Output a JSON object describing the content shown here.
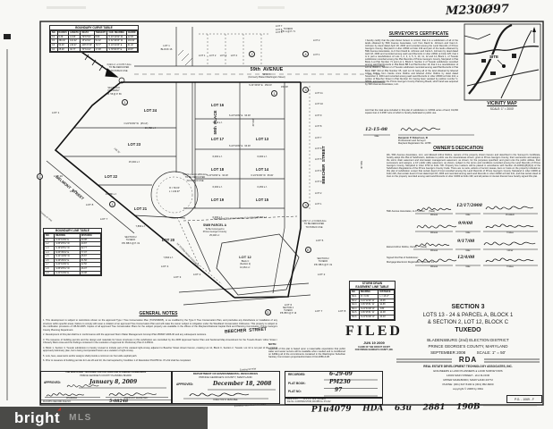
{
  "page": {
    "handwritten_top": "M230Ø97",
    "handwritten_bottom": "P1u4079    HDA    63u    2881    190B"
  },
  "watermark": {
    "brand": "bright",
    "suffix": "MLS"
  },
  "filed_stamp": {
    "word": "FILED",
    "date": "JUN 19 2009",
    "line1": "CLERK OF THE CIRCUIT COURT",
    "line2": "FOR PRINCE GEORGE'S COUNTY, MD."
  },
  "recorded_box": {
    "recorded_label": "RECORDED:",
    "recorded_value": "6-29-09",
    "book_label": "PLAT BOOK:",
    "book_value": "PM230",
    "no_label": "PLAT NO:",
    "no_value": "97",
    "zone_line1": "Zone: R-55          W.S.S.C. Grid: 205NE05",
    "zone_line2": "File No. 4-CROWN-STOM, FDCPB No. DY-212"
  },
  "title_block": {
    "section": "SECTION 3",
    "line1": "LOTS 13 - 24 & PARCEL A, BLOCK 1",
    "line2": "& SECTION 2, LOT 12, BLOCK C",
    "name": "TUXEDO",
    "district": "BLADENSBURG (2nd) ELECTION DISTRICT",
    "county": "PRINCE GEORGE'S COUNTY, MARYLAND",
    "date_scale": "SEPTEMBER 2008          SCALE: 1\" = 50'"
  },
  "rda_block": {
    "logo": "RDA",
    "line1": "REAL ESTATE DEVELOPMENT TECHNOLOGY ASSOCIATES, INC.",
    "line2": "ENGINEERS ● LAND PLANNERS ● LAND SURVEYORS",
    "line3": "14603 MAIN STREET - 2nd FLOOR",
    "line4": "UPPER MARLBORO, MARYLAND 20772",
    "line5": "PHONE: (301) 627-5100 & (301) 952-8200",
    "line6": "copyright © 2008 by RDA",
    "pg_box": "P.G. - 1069 - F"
  },
  "mncppc_box": {
    "line1": "THE MARYLAND - NATIONAL CAPITAL PARK and PLANNING COMMISSION",
    "line2": "PRINCE GEORGE'S COUNTY PLANNING BOARD",
    "approved_label": "APPROVED:",
    "approved_date": "January 8, 2009",
    "chairman_label": "CHAIRMAN",
    "secretary_label": "ASSISTANT SECRETARY",
    "file_label": "M-NCPPC RECORD FILE NO.",
    "file_value": "5-08248"
  },
  "der_box": {
    "line1": "DEPARTMENT OF ENVIRONMENTAL RESOURCES",
    "line2": "PRINCE GEORGE'S COUNTY, MARYLAND",
    "approved_label": "APPROVED:",
    "approved_date": "December 18, 2008",
    "director_label": "DIRECTOR or DESIGNEE"
  },
  "note_block": {
    "title": "NOTE:",
    "body": "Approval of this plat is based upon a reasonable expectation that public water and sewer service will be available when needed and is conditioned on fulfilling all of the commitments contained in the Washington Suburban Sanitary Commission project/authorization # DA-4886-Z-08."
  },
  "vicinity": {
    "site": "SITE",
    "title": "VICINITY MAP",
    "scale": "SCALE: 1\" = 2000'"
  },
  "surveyors_certificate": {
    "title": "SURVEYOR'S CERTIFICATE",
    "body": "I hereby certify that the plat shown hereon is correct; that it is a subdivision of all of the lands obtained by 59th Avenue Associates, LLC from David E. Johnson and Carol A. Johnson by deed dated April 18, 2006 and recorded among the Land Records of Prince George's County, Maryland in Liber 24693 at Folio 319 and part of the lands obtained by 59th Avenue Associates, LLC from David E. Johnson and Carol A. Johnson by deed dated April 18, 2006 and recorded among said Land Records in Liber 24691 at Folio 225; that it is in part a resubdivision of Lots 1, 2, 3, 4, 5, 9, 10, 11, 12 and 14, Block 1, of Tuxedo subdivision recorded among the Plat Records of Prince George's County, Maryland in Plat Book A at Plat Number 71 and Lot 1, Block F, Section 2 of Tuxedo subdivision recorded among said Plat Records in Plat Book BB 6 at Plat Number 19; that it is a resubdivision of Lot 11, Block C, Section 2 of Tuxedo subdivision recorded among said Plat Records in Plat Book REP 194 at Plat Number 65, said Lot 11 being all of the land obtained by Elwood Arthur Rollins from Carole Anne Rollins and Elwood Arthur Rollins by deed dated November 2, 2004 and recorded among said Land Records in Liber 20669 at Folio 241; a portion of Beecher Street in Plat Number 19, having been vacated by petition number V-08004, approved by the Prince George's County Planning Board, which land was acquired by 59th Avenue Associates, LLC.",
    "closing": "And that the total area included in this plat of subdivision is 3.8034 acres of land; 19,066 square feet or 0.4557 acre of which is hereby dedicated to public use.",
    "date": "12-15-08",
    "date_label": "Date",
    "name": "Benjamin P. Robertson, III",
    "title2": "Professional Land Surveyor",
    "registration": "Maryland Registration No. 10795"
  },
  "owners_dedication": {
    "title": "OWNER'S DEDICATION",
    "body": "We, 59th Avenue Associates, LLC, and Elwood Arthur Rollins, owners of the property shown hereon and described in the Surveyor's Certificate, hereby adopt this Plat of Subdivision, dedicate to public use the streets/areas shown; grant to Prince George's County, their successors and assigns, the storm drain easement and stormwater management easement, as shown, for the purposes specified; and grant unto the public utilities, their successors and assigns, a 10' public utility easement, as shown, subject to the terms and conditions recorded among the Land Records of Prince George's County, Maryland in Liber 3703 at Folio 746.   Property line markers will be placed in accordance with Section 24-1000(b)(8)(F)(ii) of the Subdivision Regulations of the Prince George's County Code.   There are no suits, actions of record, leases, liens or trusts on the property included on this plat of subd­ivision except that certain deed of trust recorded among the Land Records of Prince George's County, Maryland in Liber 24693 at Folio 229, that certain deed of trust dated April 18, 2006 and recorded among said Land Records in Liber 24692 at Folio 241, and that certain deed of trust on the property recorded among said Land Records in Liber 31003 at Folio 190; and all parties in interest thereto have hereby signed this plat.",
    "owner1": "59th Avenue Associates, LLC, Owner      (Seal)",
    "owner2": "Elwood Arthur Rollins, Owner      (Seal)",
    "mers1": "Signed this Plat of Subdivision:",
    "mers2": "Mortgage Electronic Registration Systems, Inc.",
    "witness_label": "Witness",
    "date_label": "Date",
    "roles": [
      "President",
      "Trustee",
      "Owner",
      "Trustee"
    ],
    "dates": [
      "12/17/2008",
      "9/9/08",
      "9/17/08",
      "12/4/08"
    ]
  },
  "curve_table": {
    "title": "BOUNDARY CURVE TABLE",
    "headers": [
      "NO.",
      "RADIUS",
      "LENGTH",
      "DELTA",
      "TANGENT",
      "CHD. BEARING",
      "CHORD"
    ],
    "rows": [
      [
        "C1",
        "9.39'",
        "13.05'",
        "79°37'04\"",
        "8.84'",
        "N 43°14'02\" W",
        "12.03'"
      ],
      [
        "C2",
        "380.00'",
        "101.92'",
        "15°22'02\"",
        "51.32'",
        "N 32°40'03\" W",
        "101.62'"
      ],
      [
        "C3",
        "50.00'",
        "216.97'",
        "248°37'30\"",
        "70.77'",
        "N 10°21'03\" E",
        "61.42'"
      ],
      [
        "C4",
        "25.00'",
        "30.77'",
        "70°31'44\"",
        "17.68'",
        "S 79°06'37\" E",
        "28.87'"
      ]
    ]
  },
  "line_table": {
    "title": "BOUNDARY LINE TABLE",
    "headers": [
      "NO.",
      "BEARING",
      "DISTANCE"
    ],
    "rows": [
      [
        "L-1",
        "S 24°34'09\" E",
        "20.08'"
      ],
      [
        "L-2",
        "S 65°25'51\" W",
        "40.87'"
      ],
      [
        "L-3",
        "S 19°26'51\" W",
        "62.77'"
      ],
      [
        "L-4",
        "N 63°35'01\" E",
        "77.07'"
      ],
      [
        "L-5",
        "N 24°34'09\" W",
        "25.87'"
      ],
      [
        "L-6",
        "N 20°29'01\" E",
        "31.50'"
      ],
      [
        "L-7",
        "S 24°34'09\" E",
        "42.50'"
      ],
      [
        "L-8",
        "S 65°25'51\" W",
        "46.07'"
      ],
      [
        "L-9",
        "S 24°34'09\" E",
        "20.08'"
      ]
    ]
  },
  "storm_table": {
    "title1": "STORM DRAIN",
    "title2": "EASEMENT LINE TABLE",
    "headers": [
      "NO.",
      "BEARING",
      "DISTANCE"
    ],
    "rows": [
      [
        "SD-1",
        "R = 9.39'",
        "L = 18.17'"
      ],
      [
        "SD-2",
        "S 19°12'29\" W",
        "13.06'"
      ],
      [
        "SD-3",
        "S 65°25'51\" W",
        "94.86'"
      ],
      [
        "SD-4",
        "N 24°34'09\" W",
        "3.80'"
      ],
      [
        "SD-5",
        "S 65°25'51\" W",
        "10.38'"
      ],
      [
        "SD-6",
        "N 24°34'09\" W",
        "44.40'"
      ]
    ]
  },
  "general_notes": {
    "title": "GENERAL NOTES",
    "items": [
      "1.  This development is subject to restrictions shown on the approved Type I Tree Conservation Plan (TCPI/008/05), or as modified by the Type II Tree Conservation Plan, and precludes any disturbance or installation of any structure within specific areas.  Failure to comply will mean a violation of an approved Tree Conservation Plan and will make the owner subject to mitigation under the Woodland Conservation Ordinance.  This property is subject to the notification provisions of CB-60-2005.  Copies of all approved Tree Conservation Plans for the subject property are available in the offices of the Maryland-National Capital Park and Planning Commission, Prince George's County Planning Department.",
      "2.  Development of this plat shall be in conformance with the approved Storm Water Management Concept Plan #50907-2006-00 and any subsequent revisions.",
      "3.  The issuance of building permits and the design and materials for future structures in this subdivision are controlled by the 2005 Approved Sector Plan and Sectional Map Amendment for the Tuxedo Road / Arbor Street / Cheverly Metro Area and the findings contained in the resolution of approval for Preliminary Plan # 4-05041.",
      "4.  Block 1, Section 3, Tuxedo subdivision is hereby revised to include part of the vacated right-of-way adjacent to Beecher Street shown hereon, creating Lot 12, Block C, Section 2, Tuxedo.  Lot 12 is not part of the original approved preliminary plan, but is being incorporated herein as a vacation of right-of-way.",
      "5.  Lots, fees, easements and/or assigns shall provide a minimum six foot wide asphalt path.",
      "6.  Prior to issuance of building permits for Lots 20 and 23, the trail required by Condition 1 of Resolution PGCPB No. 07-212 shall be completed."
    ]
  },
  "plat": {
    "streets": {
      "ave59_name": "59th  AVENUE",
      "ave59_rw": "50' R/W",
      "ave59_former": "(Formerly Platted Washington Street)",
      "pl59_name": "59th  PLACE",
      "pl59_rw": "40' R/W",
      "beecher_v_name": "BEECHER  STREET",
      "beecher_v_rw": "40' R/W",
      "beecher_b_name": "BEECHER  STREET",
      "beecher_b_rw": "Existing 50' R/W",
      "beecher_b_former": "(Formerly Platted Baltimore Street)",
      "belmont_name": "BELMONT  STREET",
      "belmont_rw": "Existing 40' R/W"
    },
    "lots": {
      "l24": {
        "name": "LOT 24",
        "area": "10,452 s.f."
      },
      "l23": {
        "name": "LOT 23",
        "area": "15,304 s.f."
      },
      "l22": {
        "name": "LOT 22",
        "area": "14,280 s.f."
      },
      "l21": {
        "name": "LOT 21",
        "area": "7,869 s.f."
      },
      "l20": {
        "name": "LOT 20",
        "area": "7,840 s.f."
      },
      "l16": {
        "name": "LOT 16",
        "area": "7,016 s.f."
      },
      "l17": {
        "name": "LOT 17",
        "area": "6,000 s.f."
      },
      "l18": {
        "name": "LOT 18",
        "area": "6,000 s.f."
      },
      "l19": {
        "name": "LOT 19",
        "area": "6,000 s.f."
      },
      "l13": {
        "name": "LOT 13",
        "area": "6,000 s.f."
      },
      "l14": {
        "name": "LOT 14",
        "area": "6,250 s.f."
      },
      "l15": {
        "name": "LOT 15",
        "area": "6,250 s.f."
      }
    },
    "swm_title": "SWM PARCEL A",
    "swm_parcel": [
      "To Be Conveyed to",
      "Prince George's County",
      "25,248 s.f."
    ],
    "lot12_title": "LOT 12",
    "lot12": [
      "Block C",
      "(Section 2)",
      "10,264 s.f."
    ],
    "easements": {
      "swm": "STORMWATER MANAGEMENT EASEMENT",
      "storm_drain": "16' STORM DRAIN EASEMENT"
    },
    "dedications": {
      "top": [
        "3,024 s.f. or 0.0717 Acre",
        "TO BE DEDICATED",
        "TO PUBLIC USE"
      ],
      "culdesac": [
        "5,024 s.f. or 0.1153 Acre",
        "TO BE DEDICATED",
        "TO PUBLIC USE"
      ],
      "culdesac_r": "R = 50.00'",
      "culdesac_l": "L = 216.97'",
      "east": [
        "1,847 s.f. or 0.0424 Acre",
        "TO BE DEDICATED",
        "TO PUBLIC USE"
      ]
    },
    "adjacent": {
      "cheverly": [
        "SECTION 8",
        "CHEVERLY",
        "P.B. 58 @ P. 66"
      ],
      "section2": [
        "SECTION 2",
        "TUXEDO",
        "P.B. BB 6 @ P. 19"
      ],
      "tuxedo_a": [
        "TUXEDO",
        "P.B. A @ P. 71"
      ],
      "lot1_block16": [
        "LOT 1",
        "BLOCK 16"
      ],
      "lot6_label": "LOT 6"
    },
    "outside_lots": {
      "left": [
        "LOT 10",
        "LOT 9",
        "LOT 8",
        "LOT 7"
      ],
      "left_top": "LOT 1",
      "bottom": [
        "LOT 4",
        "LOT 3",
        "LOT 2"
      ],
      "bottom_right": [
        "LOT 7",
        "LOT 8"
      ],
      "right_mid": [
        "LOT 5",
        "LOT 2"
      ],
      "top_row": "LOT 1      LOT 2      LOT 3      LOT 4",
      "top_col": [
        "LOT 7",
        "LOT 6",
        "LOT 5"
      ],
      "top_right": [
        "LOT 2",
        "LOT 1"
      ],
      "right_column": [
        "LOT 11",
        "LOT 10",
        "LOT 9",
        "LOT 8",
        "LOT 7",
        "LOT 6",
        "LOT 5",
        "LOT 4",
        "LOT 3",
        "LOT 2",
        "LOT 1"
      ]
    },
    "bearings": {
      "b1": "S 24°34'09\" E   93.00'",
      "b2": "N 24°34'09\" W   95.00'",
      "b3": "S 24°34'09\" E   150.00'",
      "b4": "N 24°34'09\" W   (65.13')",
      "b5": "248.32'",
      "b7": "150.00'"
    },
    "markers": {
      "m1": "1",
      "m2": "2",
      "m3": "3",
      "m4": "4",
      "mc": "C",
      "md": "D",
      "me": "E"
    }
  }
}
